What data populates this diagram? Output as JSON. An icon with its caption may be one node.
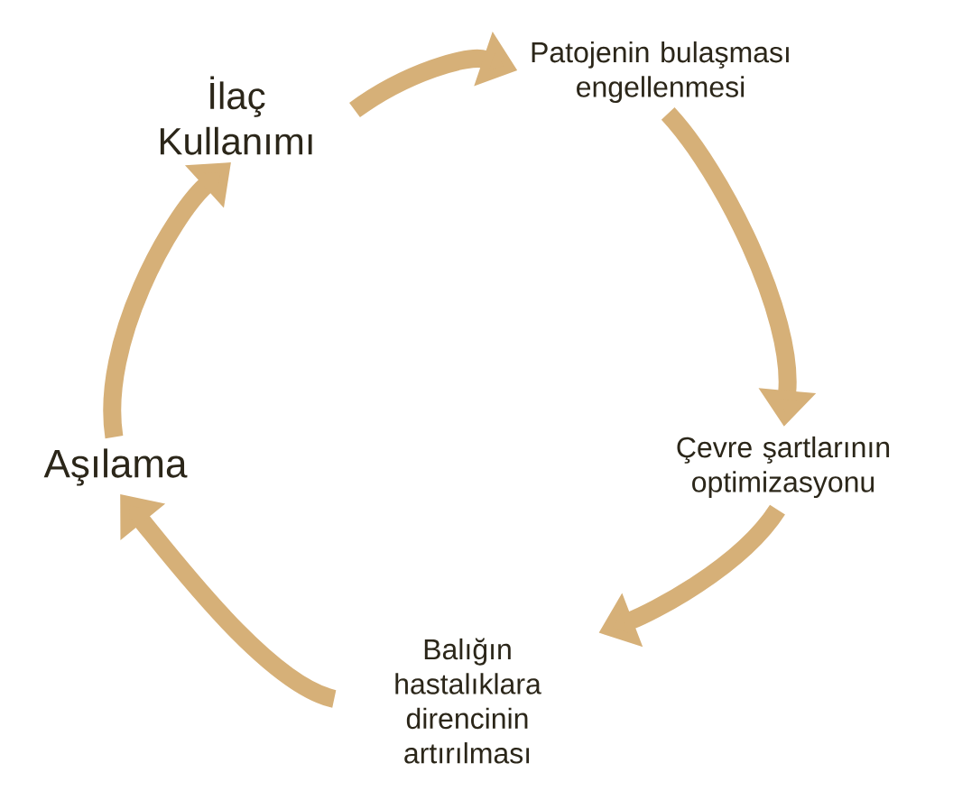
{
  "diagram": {
    "nodes": [
      {
        "text": [
          "İlaç Kullanımı"
        ]
      },
      {
        "text": [
          "Patojenin bulaşması engellenmesi"
        ]
      },
      {
        "text": [
          "Çevre şartlarının optimizasyonu"
        ]
      },
      {
        "text": [
          "Balığın hastalıklara direncinin artırılması"
        ]
      },
      {
        "text": [
          "Aşılama"
        ]
      }
    ],
    "edges": [
      {
        "from": 0,
        "to": 1,
        "arrow": "to"
      },
      {
        "from": 1,
        "to": 2,
        "arrow": "to"
      },
      {
        "from": 2,
        "to": 3,
        "arrow": "to"
      },
      {
        "from": 3,
        "to": 4,
        "arrow": "to"
      },
      {
        "from": 4,
        "to": 0,
        "arrow": "to"
      }
    ]
  }
}
